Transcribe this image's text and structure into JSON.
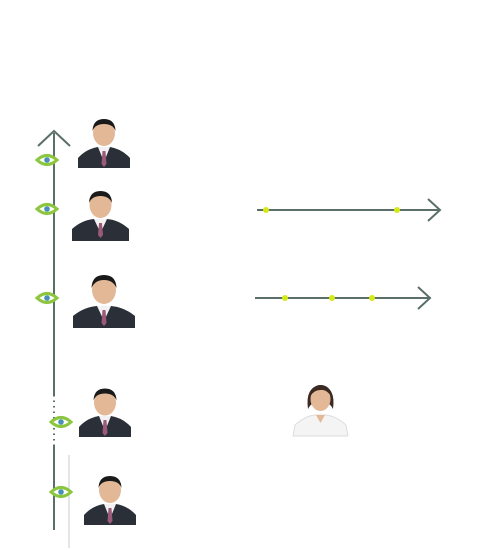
{
  "diagram": {
    "axis_color": "#5a6e6a",
    "marker_ring_color": "#8cc63f",
    "marker_dot_color": "#4a8fb8",
    "connector_dot_color": "#d4e81a",
    "suit_color": "#2b2f38",
    "shirt_color": "#f2f2f2",
    "skin_color": "#e2b896",
    "hair_color": "#1a1a1a",
    "tie_color": "#9a5a78",
    "female_jacket_color": "#f4f4f4",
    "female_hair_color": "#3a2a22"
  },
  "timeline": {
    "markers": [
      {
        "id": "m1",
        "portrait": "official-portrait-1"
      },
      {
        "id": "m2",
        "portrait": "official-portrait-2"
      },
      {
        "id": "m3",
        "portrait": "official-portrait-3"
      },
      {
        "id": "m4",
        "portrait": "official-portrait-4"
      },
      {
        "id": "m5",
        "portrait": "official-portrait-5"
      }
    ]
  },
  "connectors": [
    {
      "from": "official-portrait-2",
      "dots": 2
    },
    {
      "from": "official-portrait-3",
      "dots": 3
    }
  ],
  "extra_portraits": [
    {
      "name": "woman-portrait"
    }
  ]
}
